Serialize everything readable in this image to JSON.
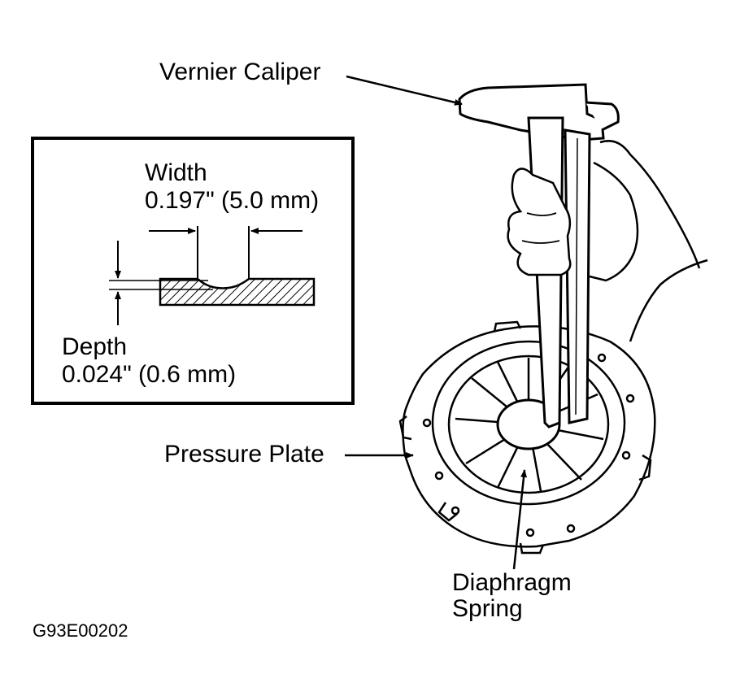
{
  "labels": {
    "vernier_caliper": "Vernier Caliper",
    "width_title": "Width",
    "width_value": "0.197\" (5.0 mm)",
    "depth_title": "Depth",
    "depth_value": "0.024\" (0.6 mm)",
    "pressure_plate": "Pressure Plate",
    "diaphragm_line1": "Diaphragm",
    "diaphragm_line2": "Spring",
    "figure_code": "G93E00202"
  },
  "colors": {
    "ink": "#000000",
    "paper": "#ffffff"
  }
}
